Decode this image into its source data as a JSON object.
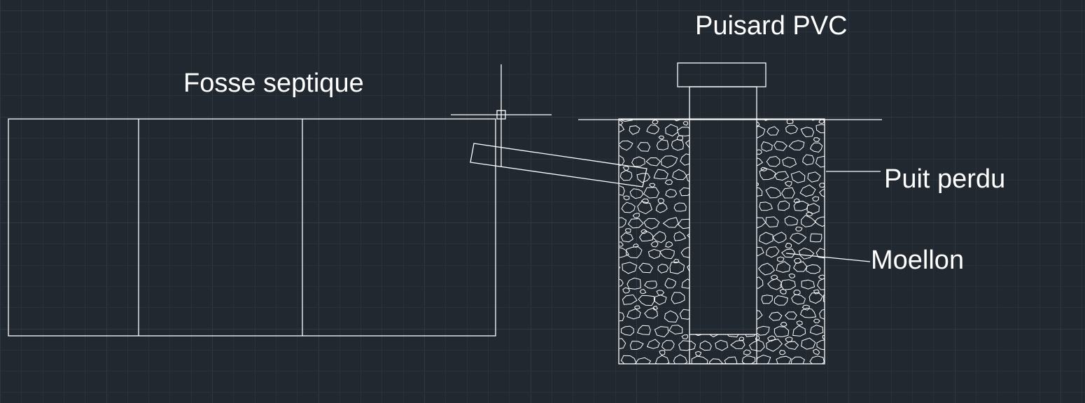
{
  "labels": {
    "septic_tank": "Fosse septique",
    "pvc_sump": "Puisard PVC",
    "dry_well": "Puit perdu",
    "rubble": "Moellon"
  },
  "colors": {
    "background": "#212830",
    "grid_minor": "#283039",
    "grid_major": "#2e3843",
    "line": "#ffffff",
    "text": "#ffffff"
  }
}
